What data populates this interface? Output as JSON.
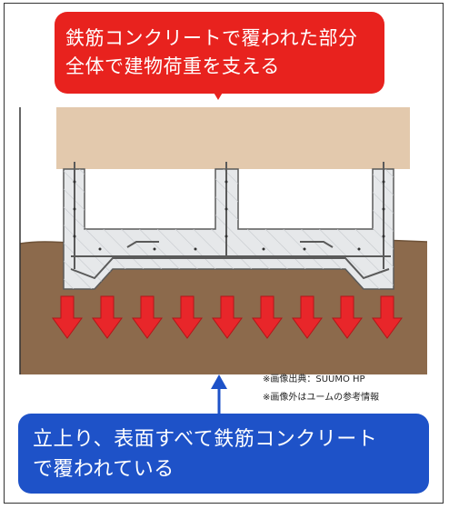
{
  "callouts": {
    "top": {
      "line1": "鉄筋コンクリートで覆われた部分",
      "line2": "全体で建物荷重を支える",
      "color": "#e8221e"
    },
    "bottom": {
      "line1": "立上り、表面すべて鉄筋コンクリート",
      "line2": "で覆われている",
      "color": "#1e52c8"
    }
  },
  "credits": {
    "source": "※画像出典：SUUMO HP",
    "note": "※画像外はユームの参考情報"
  },
  "colors": {
    "building": "#e3c9ad",
    "soil": "#8c6a4c",
    "concrete": "#e6e8ea",
    "rebar": "#5a5a5a",
    "load_arrow": "#e8262a",
    "support_arrow": "#1e52c8"
  }
}
